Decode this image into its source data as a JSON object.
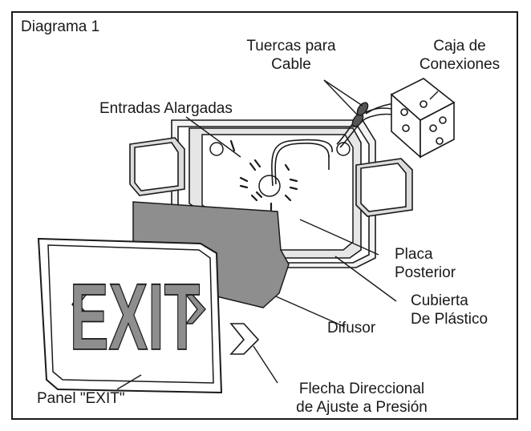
{
  "diagram": {
    "title": "Diagrama 1",
    "labels": {
      "wire_nuts": [
        "Tuercas para",
        "Cable"
      ],
      "junction_box": [
        "Caja de",
        "Conexiones"
      ],
      "slotted_entries": [
        "Entradas Alargadas"
      ],
      "back_plate": [
        "Placa",
        "Posterior"
      ],
      "plastic_cover": [
        "Cubierta",
        "De Plástico"
      ],
      "diffuser": [
        "Difusor"
      ],
      "exit_panel": [
        "Panel \"EXIT\""
      ],
      "arrow": [
        "Flecha Direccional",
        "de Ajuste a Presión"
      ]
    },
    "sign_text": "EXIT"
  },
  "colors": {
    "line": "#1a1a1a",
    "diffuser": "#8e8e8e",
    "exit_letters": "#8e8e8e",
    "housing_shade": "#dcdcdc"
  }
}
